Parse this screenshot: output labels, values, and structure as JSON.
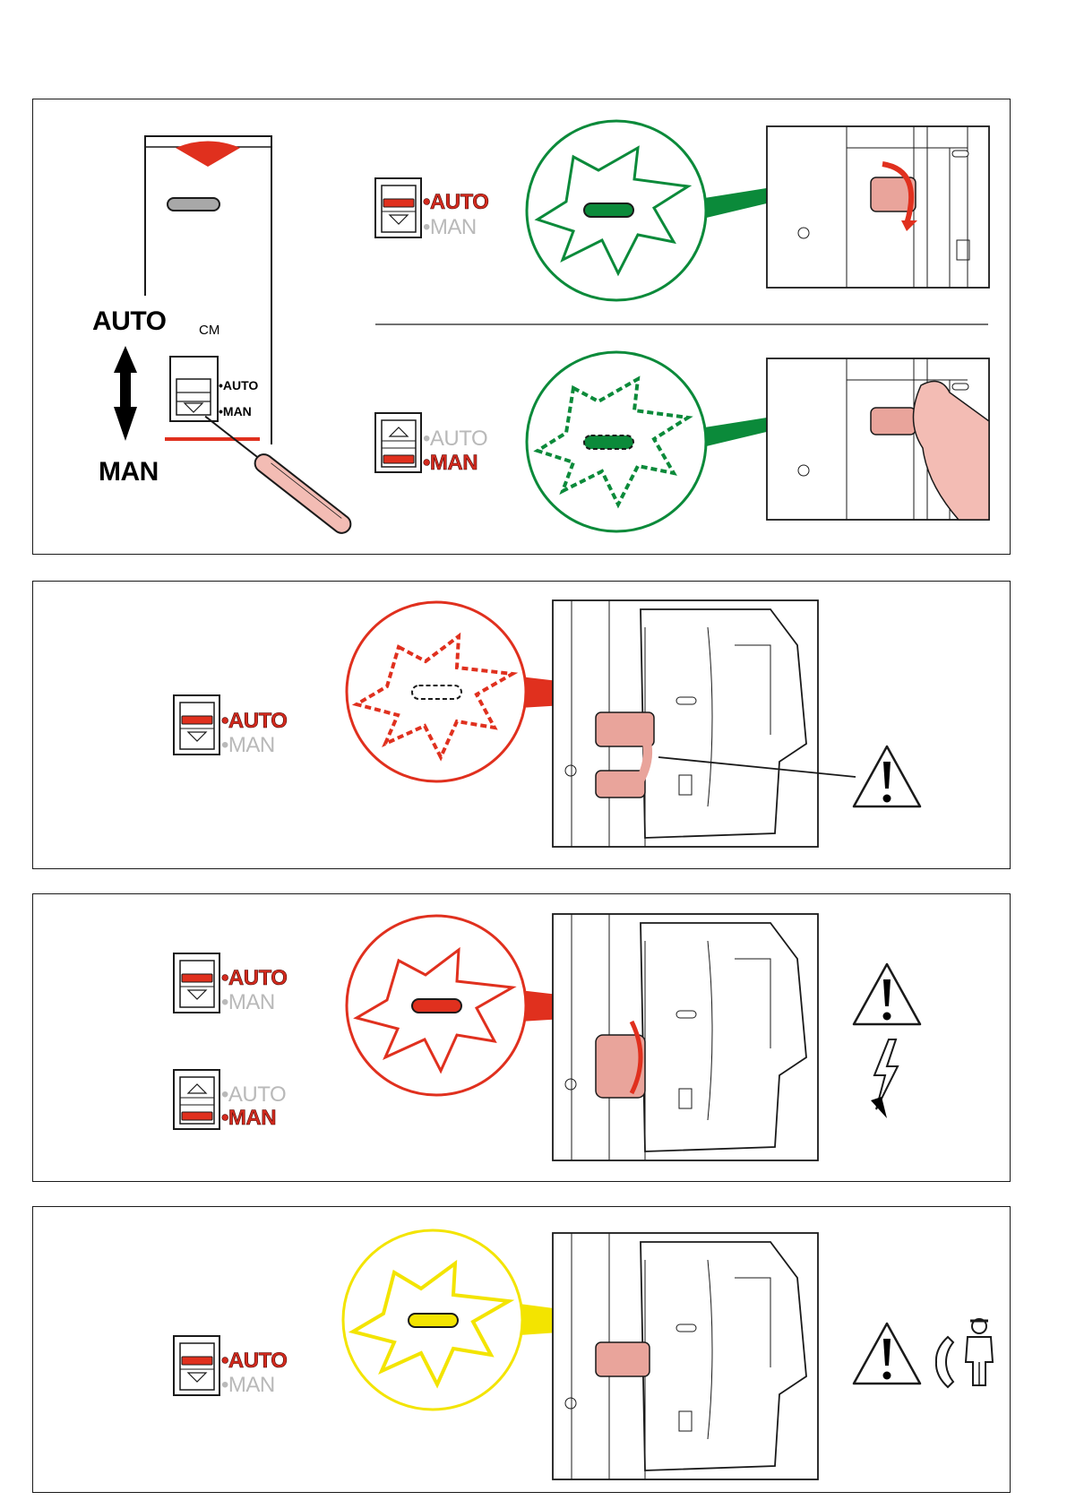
{
  "colors": {
    "line": "#1a1a1a",
    "red": "#e0301e",
    "green": "#0b8a3a",
    "yellow": "#f3e400",
    "pink": "#e9a49b",
    "grey_led": "#a8a8a8",
    "off_text": "#b9b9b9"
  },
  "panel1": {
    "auto_label": "AUTO",
    "man_label": "MAN",
    "cm_label": "CM",
    "switch_auto": "•AUTO",
    "switch_man": "•MAN",
    "state_auto": {
      "auto": "•AUTO",
      "man": "•MAN"
    },
    "state_man": {
      "auto": "•AUTO",
      "man": "•MAN"
    }
  },
  "panel2": {
    "auto": "•AUTO",
    "man": "•MAN"
  },
  "panel3": {
    "state_auto": {
      "auto": "•AUTO",
      "man": "•MAN"
    },
    "state_man": {
      "auto": "•AUTO",
      "man": "•MAN"
    }
  },
  "panel4": {
    "auto": "•AUTO",
    "man": "•MAN"
  },
  "icons": [
    "screwdriver-icon",
    "led-icon",
    "warning-icon",
    "lightning-icon",
    "service-call-icon",
    "finger-press-icon",
    "rotate-arrow-icon"
  ]
}
